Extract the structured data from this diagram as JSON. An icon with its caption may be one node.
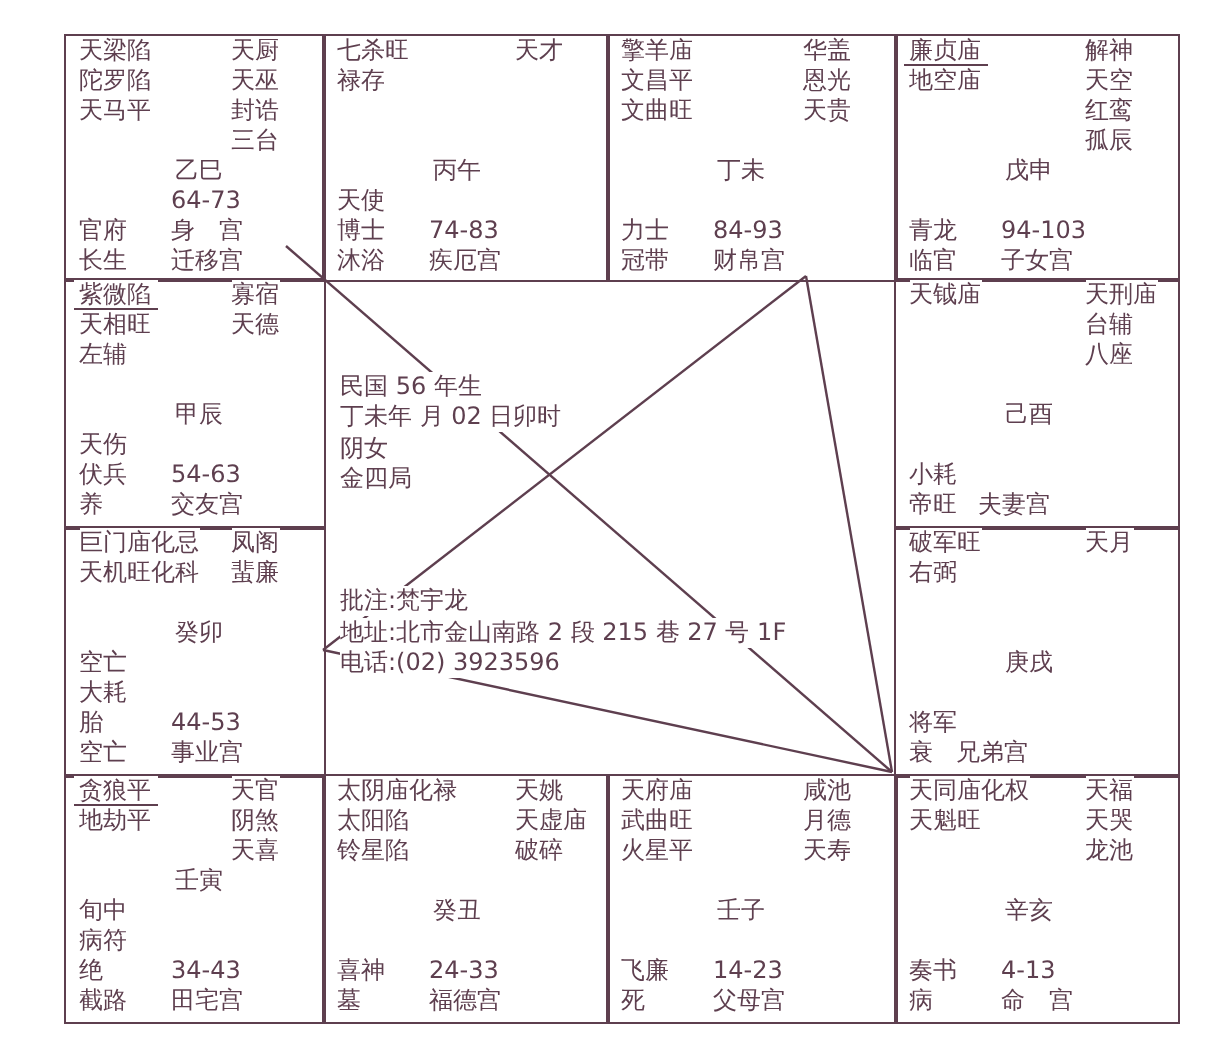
{
  "diagram": {
    "nodes": [
      {
        "text": [
          "天梁陷",
          "天厨",
          "陀罗陷",
          "天巫",
          "天马平",
          "封诰",
          "三台",
          "乙巳",
          "64-73",
          "官府",
          "身　宫",
          "长生",
          "迁移宫"
        ]
      },
      {
        "text": [
          "七杀旺",
          "天才",
          "禄存",
          "丙午",
          "天使",
          "博士",
          "74-83",
          "沐浴",
          "疾厄宫"
        ]
      },
      {
        "text": [
          "擎羊庙",
          "华盖",
          "文昌平",
          "恩光",
          "文曲旺",
          "天贵",
          "丁未",
          "力士",
          "84-93",
          "冠带",
          "财帛宫"
        ]
      },
      {
        "text": [
          "廉贞庙",
          "解神",
          "地空庙",
          "天空",
          "红鸾",
          "孤辰",
          "戊申",
          "青龙",
          "94-103",
          "临官",
          "子女宫"
        ]
      },
      {
        "text": [
          "紫微陷",
          "寡宿",
          "天相旺",
          "天德",
          "左辅",
          "甲辰",
          "天伤",
          "伏兵",
          "54-63",
          "养",
          "交友宫"
        ]
      },
      {
        "text": [
          "天钺庙",
          "天刑庙",
          "台辅",
          "八座",
          "己酉",
          "小耗",
          "帝旺",
          "夫妻宫"
        ]
      },
      {
        "text": [
          "巨门庙化忌",
          "凤阁",
          "天机旺化科",
          "蜚廉",
          "癸卯",
          "空亡",
          "大耗",
          "胎",
          "44-53",
          "空亡",
          "事业宫"
        ]
      },
      {
        "text": [
          "破军旺",
          "天月",
          "右弼",
          "庚戌",
          "将军",
          "衰",
          "兄弟宫"
        ]
      },
      {
        "text": [
          "贪狼平",
          "天官",
          "地劫平",
          "阴煞",
          "天喜",
          "壬寅",
          "旬中",
          "病符",
          "绝",
          "34-43",
          "截路",
          "田宅宫"
        ]
      },
      {
        "text": [
          "太阴庙化禄",
          "天姚",
          "太阳陷",
          "天虚庙",
          "铃星陷",
          "破碎",
          "癸丑",
          "喜神",
          "24-33",
          "墓",
          "福德宫"
        ]
      },
      {
        "text": [
          "天府庙",
          "咸池",
          "武曲旺",
          "月德",
          "火星平",
          "天寿",
          "壬子",
          "飞廉",
          "14-23",
          "死",
          "父母宫"
        ]
      },
      {
        "text": [
          "天同庙化权",
          "天福",
          "天魁旺",
          "天哭",
          "龙池",
          "辛亥",
          "奏书",
          "4-13",
          "病",
          "命　宫"
        ]
      }
    ],
    "edges": [
      {
        "from": 11,
        "to": 0,
        "arrow": "none"
      },
      {
        "from": 11,
        "to": 2,
        "arrow": "none"
      },
      {
        "from": 11,
        "to": 6,
        "arrow": "none"
      },
      {
        "from": 2,
        "to": 6,
        "arrow": "none"
      }
    ],
    "labels": [
      "民国 56 年生",
      "丁未年 月 02 日卯时",
      "阴女",
      "金四局",
      "批注:梵宇龙",
      "地址:北市金山南路 2 段 215 巷 27 号 1F",
      "电话:(02) 3923596"
    ]
  }
}
